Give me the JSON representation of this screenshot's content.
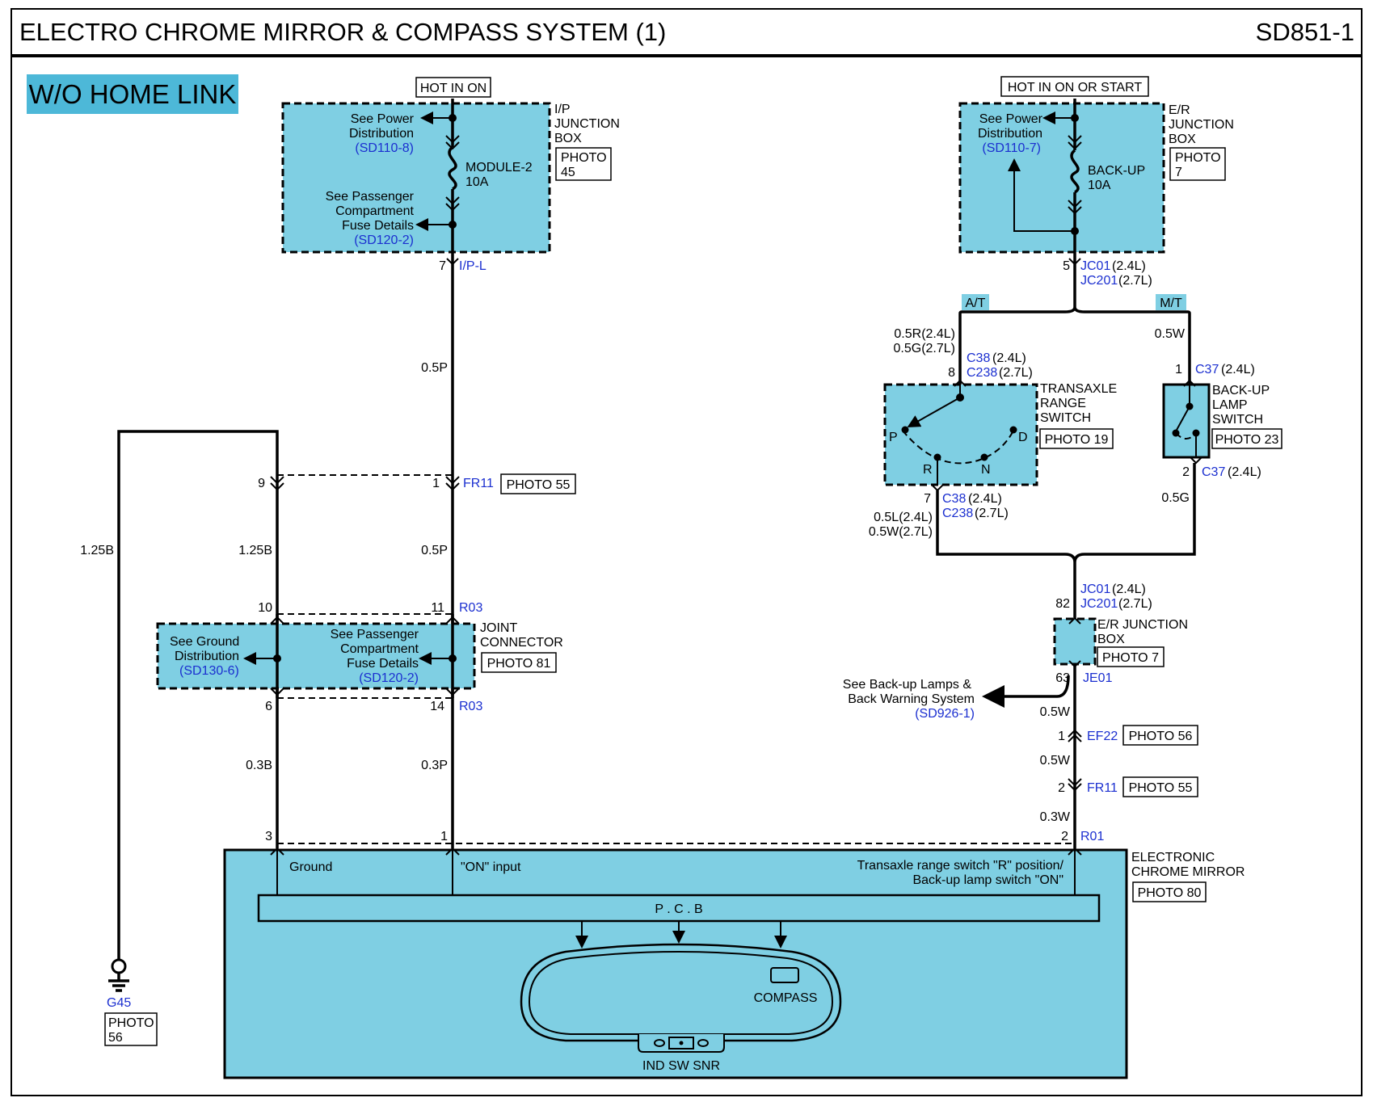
{
  "header": {
    "title": "ELECTRO CHROME MIRROR & COMPASS SYSTEM (1)",
    "code": "SD851-1"
  },
  "badge": "W/O HOME LINK",
  "colors": {
    "component_fill": "#7fcfe3",
    "label_blue": "#1b2fd0",
    "badge_fill": "#4db8d8"
  },
  "ip_box": {
    "power_label": "HOT IN ON",
    "name": [
      "I/P",
      "JUNCTION",
      "BOX"
    ],
    "photo": [
      "PHOTO",
      "45"
    ],
    "see_power": [
      "See Power",
      "Distribution"
    ],
    "see_power_ref": "(SD110-8)",
    "fuse": [
      "MODULE-2",
      "10A"
    ],
    "see_pass": [
      "See Passenger",
      "Compartment",
      "Fuse Details"
    ],
    "see_pass_ref": "(SD120-2)",
    "pin": "7",
    "connector": "I/P-L"
  },
  "er_box": {
    "power_label": "HOT IN ON OR START",
    "name": [
      "E/R",
      "JUNCTION",
      "BOX"
    ],
    "photo": [
      "PHOTO",
      "7"
    ],
    "see_power": [
      "See Power",
      "Distribution"
    ],
    "see_power_ref": "(SD110-7)",
    "fuse": [
      "BACK-UP",
      "10A"
    ],
    "pin": "5",
    "conn1": "JC01",
    "conn1_v": "(2.4L)",
    "conn2": "JC201",
    "conn2_v": "(2.7L)"
  },
  "left_wires": {
    "w_05p_a": "0.5P",
    "w_05p_b": "0.5P",
    "w_03p": "0.3P",
    "w_125b_a": "1.25B",
    "w_125b_b": "1.25B",
    "w_03b": "0.3B",
    "fr11_pin9": "9",
    "fr11_pin1": "1",
    "fr11": "FR11",
    "fr11_photo": "PHOTO 55",
    "r03_pin10": "10",
    "r03_pin11": "11",
    "r03_top": "R03",
    "r03_pin6": "6",
    "r03_pin14": "14",
    "r03_bot": "R03"
  },
  "joint": {
    "name": [
      "JOINT",
      "CONNECTOR"
    ],
    "photo": "PHOTO 81",
    "see_ground": [
      "See Ground",
      "Distribution"
    ],
    "see_ground_ref": "(SD130-6)",
    "see_pass": [
      "See Passenger",
      "Compartment",
      "Fuse Details"
    ],
    "see_pass_ref": "(SD120-2)"
  },
  "ground": {
    "name": "G45",
    "photo": [
      "PHOTO",
      "56"
    ]
  },
  "transaxle": {
    "at": "A/T",
    "mt": "M/T",
    "wire_top": [
      "0.5R(2.4L)",
      "0.5G(2.7L)"
    ],
    "pin_top": "8",
    "c1": "C38",
    "c1_v": "(2.4L)",
    "c2": "C238",
    "c2_v": "(2.7L)",
    "name": [
      "TRANSAXLE",
      "RANGE",
      "SWITCH"
    ],
    "photo": "PHOTO 19",
    "pos_p": "P",
    "pos_r": "R",
    "pos_n": "N",
    "pos_d": "D",
    "pin_bot": "7",
    "wire_bot": [
      "0.5L(2.4L)",
      "0.5W(2.7L)"
    ]
  },
  "backup_sw": {
    "wire_top": "0.5W",
    "pin_top": "1",
    "c": "C37",
    "c_v": "(2.4L)",
    "name": [
      "BACK-UP",
      "LAMP",
      "SWITCH"
    ],
    "photo": "PHOTO 23",
    "pin_bot": "2",
    "wire_bot": "0.5G"
  },
  "er_jb2": {
    "pin_top": "82",
    "c1": "JC01",
    "c1_v": "(2.4L)",
    "c2": "JC201",
    "c2_v": "(2.7L)",
    "name": [
      "E/R JUNCTION",
      "BOX"
    ],
    "photo": "PHOTO 7",
    "pin_bot": "63",
    "je01": "JE01",
    "see_backup": [
      "See Back-up Lamps &",
      "Back Warning System"
    ],
    "see_backup_ref": "(SD926-1)",
    "w1": "0.5W",
    "ef22_pin": "1",
    "ef22": "EF22",
    "ef22_photo": "PHOTO 56",
    "w2": "0.5W",
    "fr11_pin": "2",
    "fr11": "FR11",
    "fr11_photo": "PHOTO 55",
    "w3": "0.3W",
    "r01_pin": "2",
    "r01": "R01"
  },
  "mirror": {
    "pin3": "3",
    "pin1": "1",
    "ground": "Ground",
    "on_input": "\"ON\" input",
    "rev_input": [
      "Transaxle range switch \"R\" position/",
      "Back-up lamp switch \"ON\""
    ],
    "pcb": "P . C . B",
    "compass": "COMPASS",
    "ind_sw_snr": "IND  SW  SNR",
    "name": [
      "ELECTRONIC",
      "CHROME MIRROR"
    ],
    "photo": "PHOTO 80"
  }
}
